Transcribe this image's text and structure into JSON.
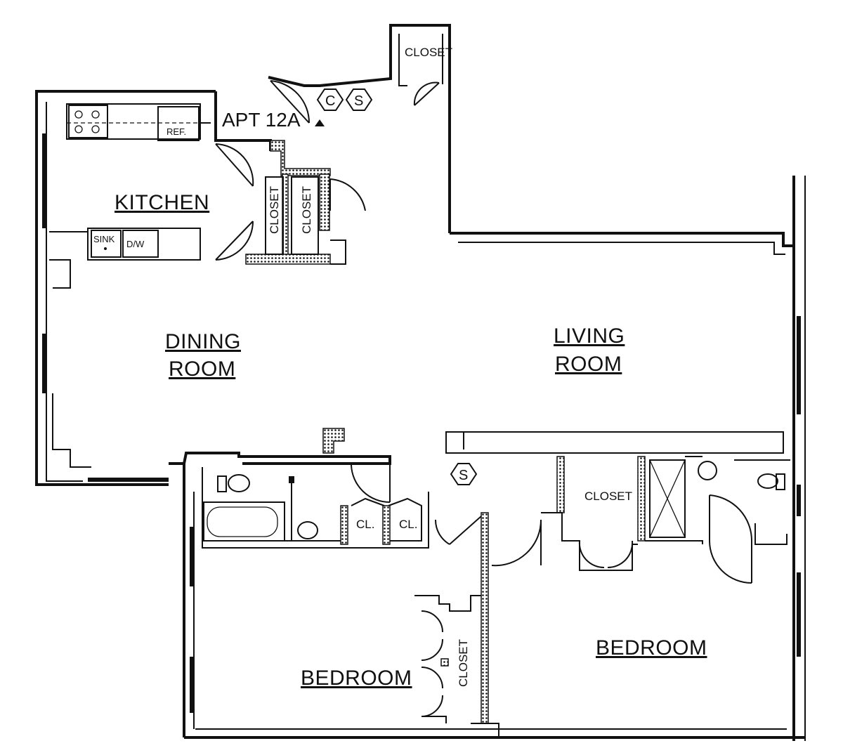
{
  "unit": "APT 12A",
  "rooms": {
    "kitchen": "KITCHEN",
    "dining_line1": "DINING",
    "dining_line2": "ROOM",
    "living_line1": "LIVING",
    "living_line2": "ROOM",
    "bedroom_left": "BEDROOM",
    "bedroom_right": "BEDROOM"
  },
  "closets": {
    "entry_top": "CLOSET",
    "kitchen_1": "CLOSET",
    "kitchen_2": "CLOSET",
    "hall_cl1": "CL.",
    "hall_cl2": "CL.",
    "bedroom_right_closet": "CLOSET",
    "bedroom_left_closet": "CLOSET"
  },
  "fixtures": {
    "refrigerator": "REF.",
    "sink": "SINK",
    "dishwasher": "D/W"
  },
  "symbols": {
    "c": "C",
    "s_entry": "S",
    "s_hall": "S"
  }
}
